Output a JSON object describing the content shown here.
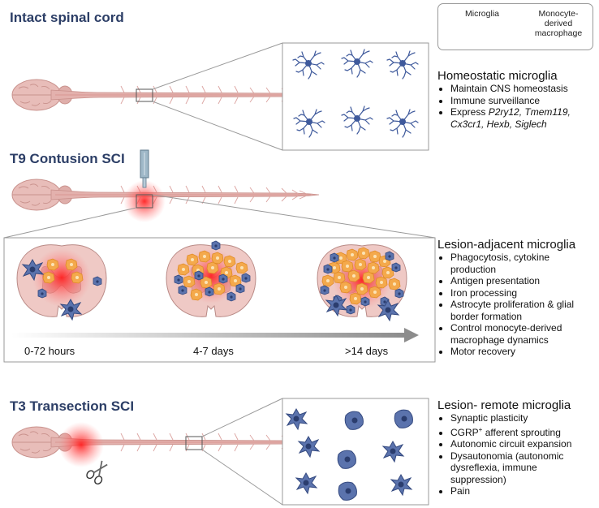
{
  "sections": {
    "intact": {
      "title": "Intact spinal cord"
    },
    "t9": {
      "title": "T9 Contusion SCI"
    },
    "t3": {
      "title": "T3 Transection SCI"
    }
  },
  "legend": {
    "microglia": "Microglia",
    "macrophage": "Monocyte-derived macrophage"
  },
  "homeostatic": {
    "heading": "Homeostatic microglia",
    "items": [
      "Maintain CNS homeostasis",
      "Immune surveillance"
    ],
    "express_prefix": "Express ",
    "express_genes": "P2ry12, Tmem119, Cx3cr1, Hexb, Siglech"
  },
  "adjacent": {
    "heading": "Lesion-adjacent microglia",
    "items": [
      "Phagocytosis, cytokine production",
      "Antigen presentation",
      "Iron processing",
      "Astrocyte proliferation & glial border formation",
      "Control monocyte-derived macrophage dynamics",
      "Motor recovery"
    ]
  },
  "timeline": [
    "0-72 hours",
    "4-7 days",
    ">14 days"
  ],
  "remote": {
    "heading": "Lesion- remote microglia",
    "items": [
      "Synaptic plasticity",
      "afferent sprouting",
      "Autonomic circuit expansion",
      "Dysautonomia (autonomic dysreflexia, immune suppression)",
      "Pain"
    ],
    "cgrp": "CGRP",
    "cgrp_sup": "+"
  },
  "colors": {
    "title": "#2c3e66",
    "microglia": "#4a5f9a",
    "macrophage": "#f4a94c",
    "cord": "#e6b8b5",
    "lesion": "#ff3b3b"
  }
}
